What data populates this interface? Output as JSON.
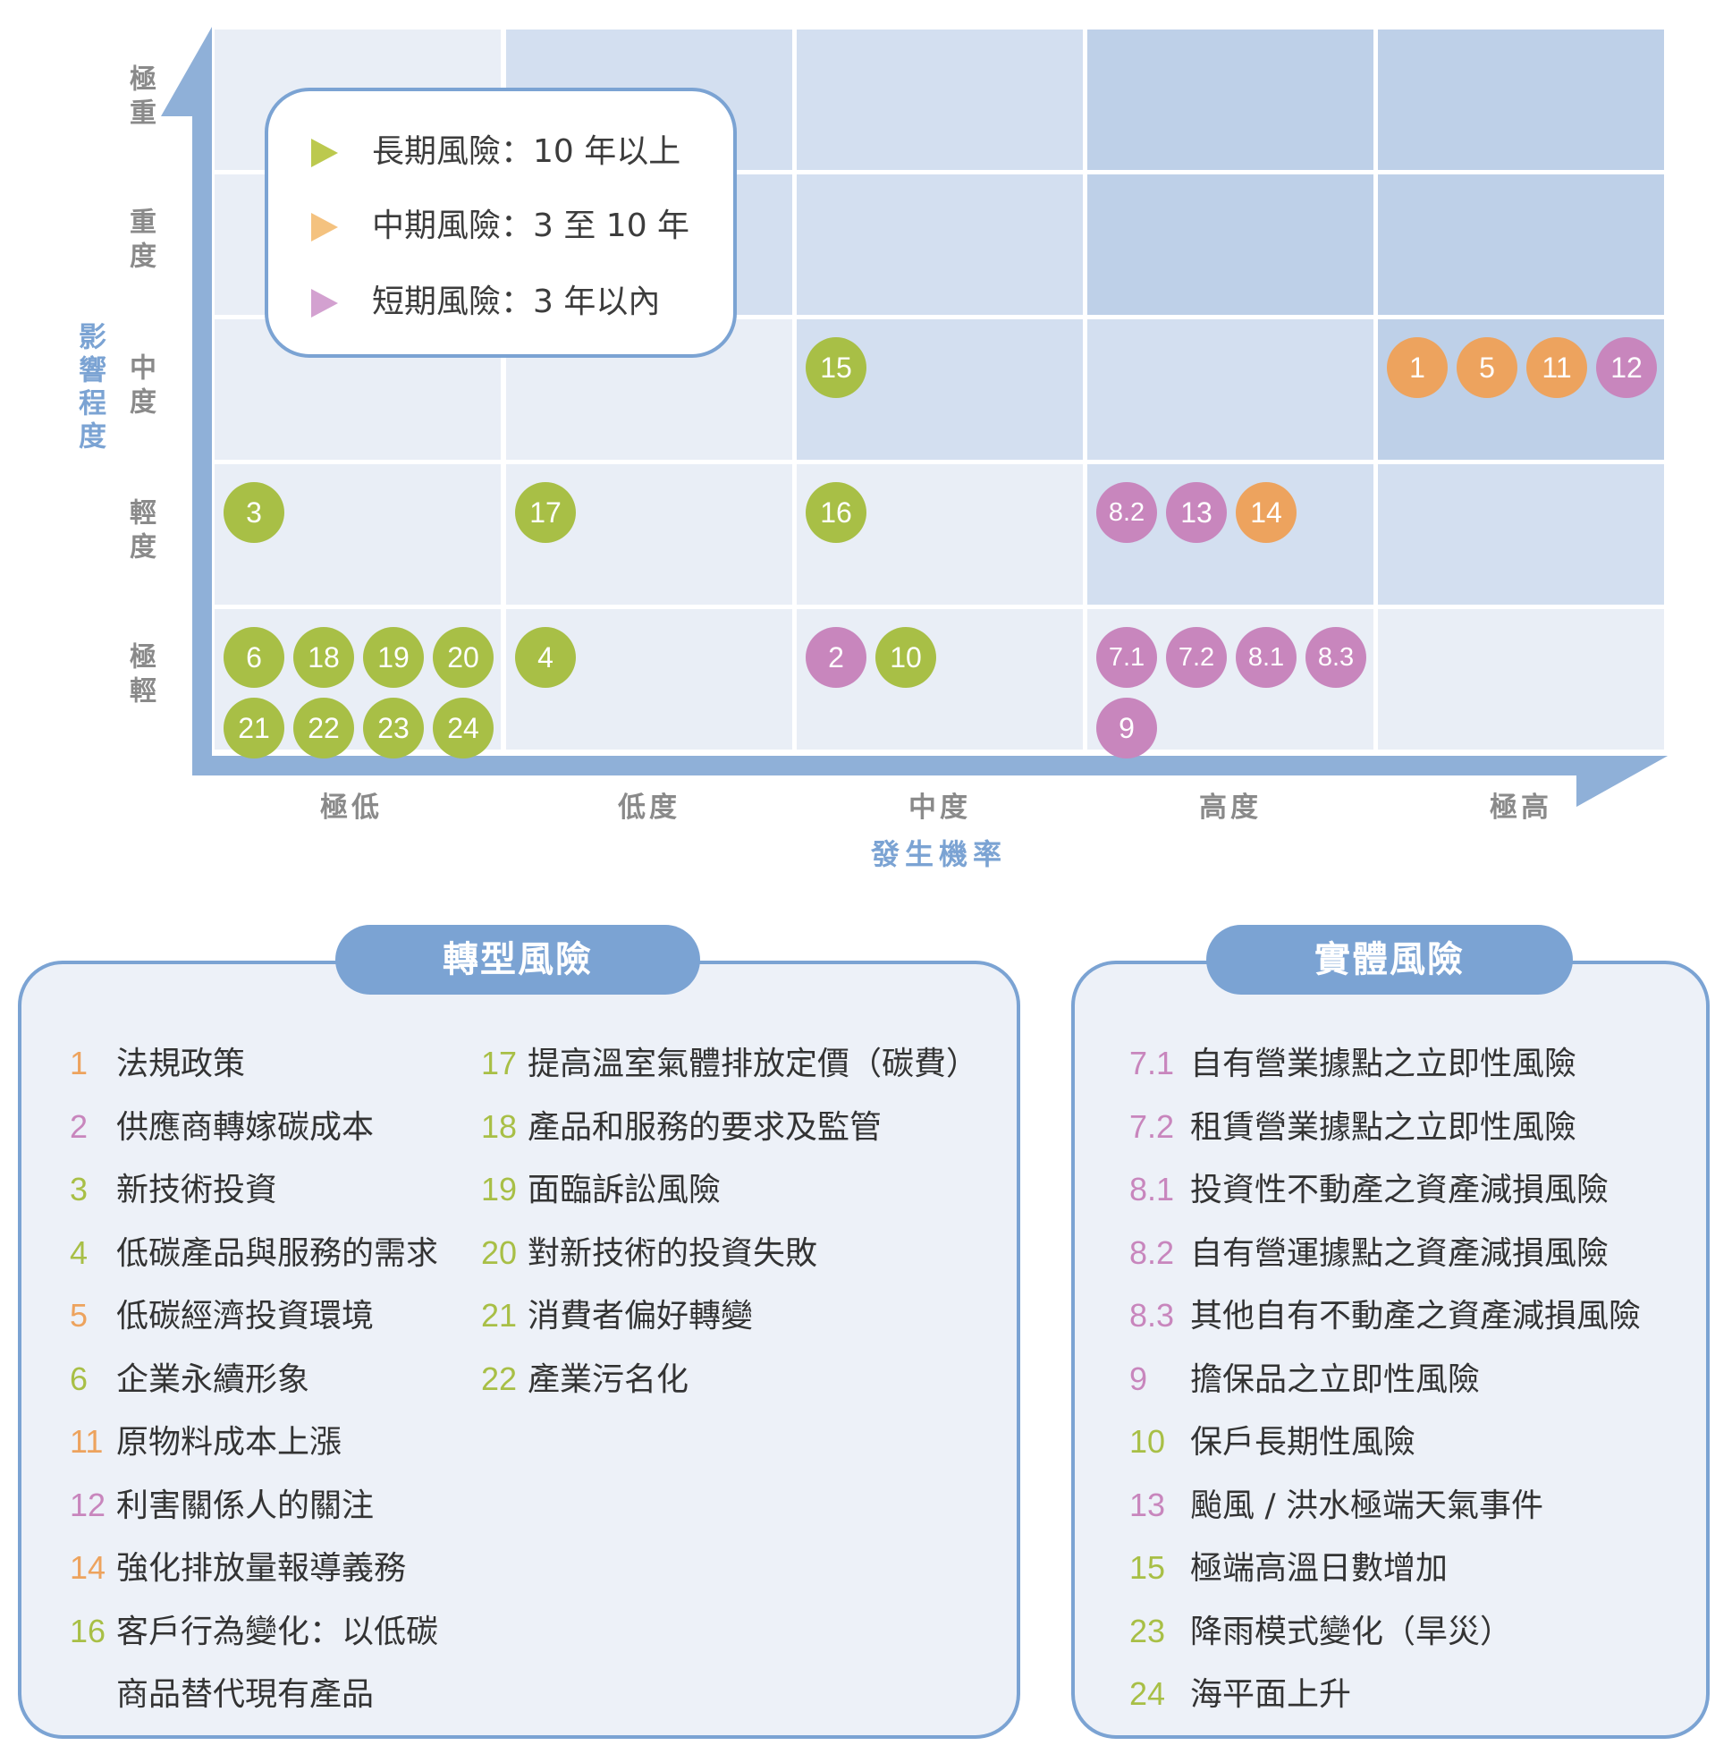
{
  "legend": {
    "items": [
      {
        "label": "長期風險：10 年以上",
        "color": "#bcc94e"
      },
      {
        "label": "中期風險：3 至 10 年",
        "color": "#f4c27f"
      },
      {
        "label": "短期風險：3 年以內",
        "color": "#d3a1d0"
      }
    ]
  },
  "axes": {
    "y_title": "影響程度",
    "x_title": "發生機率",
    "y_levels": [
      "極重",
      "重度",
      "中度",
      "輕度",
      "極輕"
    ],
    "x_levels": [
      "極低",
      "低度",
      "中度",
      "高度",
      "極高"
    ]
  },
  "colors": {
    "long_term": "#a8bf46",
    "mid_term": "#eda35e",
    "short_term": "#c886bd",
    "axis": "#7ba3d3"
  },
  "chart_data": {
    "type": "heatmap",
    "rows": [
      "極重",
      "重度",
      "中度",
      "輕度",
      "極輕"
    ],
    "cols": [
      "極低",
      "低度",
      "中度",
      "高度",
      "極高"
    ],
    "points": [
      {
        "id": "15",
        "impact": "中度",
        "likelihood": "中度",
        "term": "long"
      },
      {
        "id": "1",
        "impact": "中度",
        "likelihood": "極高",
        "term": "mid"
      },
      {
        "id": "5",
        "impact": "中度",
        "likelihood": "極高",
        "term": "mid"
      },
      {
        "id": "11",
        "impact": "中度",
        "likelihood": "極高",
        "term": "mid"
      },
      {
        "id": "12",
        "impact": "中度",
        "likelihood": "極高",
        "term": "short"
      },
      {
        "id": "3",
        "impact": "輕度",
        "likelihood": "極低",
        "term": "long"
      },
      {
        "id": "17",
        "impact": "輕度",
        "likelihood": "低度",
        "term": "long"
      },
      {
        "id": "16",
        "impact": "輕度",
        "likelihood": "中度",
        "term": "long"
      },
      {
        "id": "8.2",
        "impact": "輕度",
        "likelihood": "高度",
        "term": "short"
      },
      {
        "id": "13",
        "impact": "輕度",
        "likelihood": "高度",
        "term": "short"
      },
      {
        "id": "14",
        "impact": "輕度",
        "likelihood": "高度",
        "term": "mid"
      },
      {
        "id": "6",
        "impact": "極輕",
        "likelihood": "極低",
        "term": "long"
      },
      {
        "id": "18",
        "impact": "極輕",
        "likelihood": "極低",
        "term": "long"
      },
      {
        "id": "19",
        "impact": "極輕",
        "likelihood": "極低",
        "term": "long"
      },
      {
        "id": "20",
        "impact": "極輕",
        "likelihood": "極低",
        "term": "long"
      },
      {
        "id": "21",
        "impact": "極輕",
        "likelihood": "極低",
        "term": "long"
      },
      {
        "id": "22",
        "impact": "極輕",
        "likelihood": "極低",
        "term": "long"
      },
      {
        "id": "23",
        "impact": "極輕",
        "likelihood": "極低",
        "term": "long"
      },
      {
        "id": "24",
        "impact": "極輕",
        "likelihood": "極低",
        "term": "long"
      },
      {
        "id": "4",
        "impact": "極輕",
        "likelihood": "低度",
        "term": "long"
      },
      {
        "id": "2",
        "impact": "極輕",
        "likelihood": "中度",
        "term": "short"
      },
      {
        "id": "10",
        "impact": "極輕",
        "likelihood": "中度",
        "term": "long"
      },
      {
        "id": "7.1",
        "impact": "極輕",
        "likelihood": "高度",
        "term": "short"
      },
      {
        "id": "7.2",
        "impact": "極輕",
        "likelihood": "高度",
        "term": "short"
      },
      {
        "id": "8.1",
        "impact": "極輕",
        "likelihood": "高度",
        "term": "short"
      },
      {
        "id": "8.3",
        "impact": "極輕",
        "likelihood": "高度",
        "term": "short"
      },
      {
        "id": "9",
        "impact": "極輕",
        "likelihood": "高度",
        "term": "short"
      }
    ]
  },
  "transition_panel": {
    "title": "轉型風險",
    "left_items": [
      {
        "num": "1",
        "label": "法規政策",
        "term": "mid"
      },
      {
        "num": "2",
        "label": "供應商轉嫁碳成本",
        "term": "short"
      },
      {
        "num": "3",
        "label": "新技術投資",
        "term": "long"
      },
      {
        "num": "4",
        "label": "低碳產品與服務的需求",
        "term": "long"
      },
      {
        "num": "5",
        "label": "低碳經濟投資環境",
        "term": "mid"
      },
      {
        "num": "6",
        "label": "企業永續形象",
        "term": "long"
      },
      {
        "num": "11",
        "label": "原物料成本上漲",
        "term": "mid"
      },
      {
        "num": "12",
        "label": "利害關係人的關注",
        "term": "short"
      },
      {
        "num": "14",
        "label": "強化排放量報導義務",
        "term": "mid"
      },
      {
        "num": "16",
        "label": "客戶行為變化：以低碳",
        "term": "long"
      },
      {
        "num": "",
        "label": "商品替代現有產品",
        "term": "long"
      }
    ],
    "right_items": [
      {
        "num": "17",
        "label": "提高溫室氣體排放定價（碳費）",
        "term": "long"
      },
      {
        "num": "18",
        "label": "產品和服務的要求及監管",
        "term": "long"
      },
      {
        "num": "19",
        "label": "面臨訴訟風險",
        "term": "long"
      },
      {
        "num": "20",
        "label": "對新技術的投資失敗",
        "term": "long"
      },
      {
        "num": "21",
        "label": "消費者偏好轉變",
        "term": "long"
      },
      {
        "num": "22",
        "label": "產業污名化",
        "term": "long"
      }
    ]
  },
  "physical_panel": {
    "title": "實體風險",
    "items": [
      {
        "num": "7.1",
        "label": "自有營業據點之立即性風險",
        "term": "short"
      },
      {
        "num": "7.2",
        "label": "租賃營業據點之立即性風險",
        "term": "short"
      },
      {
        "num": "8.1",
        "label": "投資性不動產之資產減損風險",
        "term": "short"
      },
      {
        "num": "8.2",
        "label": "自有營運據點之資產減損風險",
        "term": "short"
      },
      {
        "num": "8.3",
        "label": "其他自有不動產之資產減損風險",
        "term": "short"
      },
      {
        "num": "9",
        "label": "擔保品之立即性風險",
        "term": "short"
      },
      {
        "num": "10",
        "label": "保戶長期性風險",
        "term": "long"
      },
      {
        "num": "13",
        "label": "颱風 / 洪水極端天氣事件",
        "term": "short"
      },
      {
        "num": "15",
        "label": "極端高溫日數增加",
        "term": "long"
      },
      {
        "num": "23",
        "label": "降雨模式變化（旱災）",
        "term": "long"
      },
      {
        "num": "24",
        "label": "海平面上升",
        "term": "long"
      }
    ]
  }
}
